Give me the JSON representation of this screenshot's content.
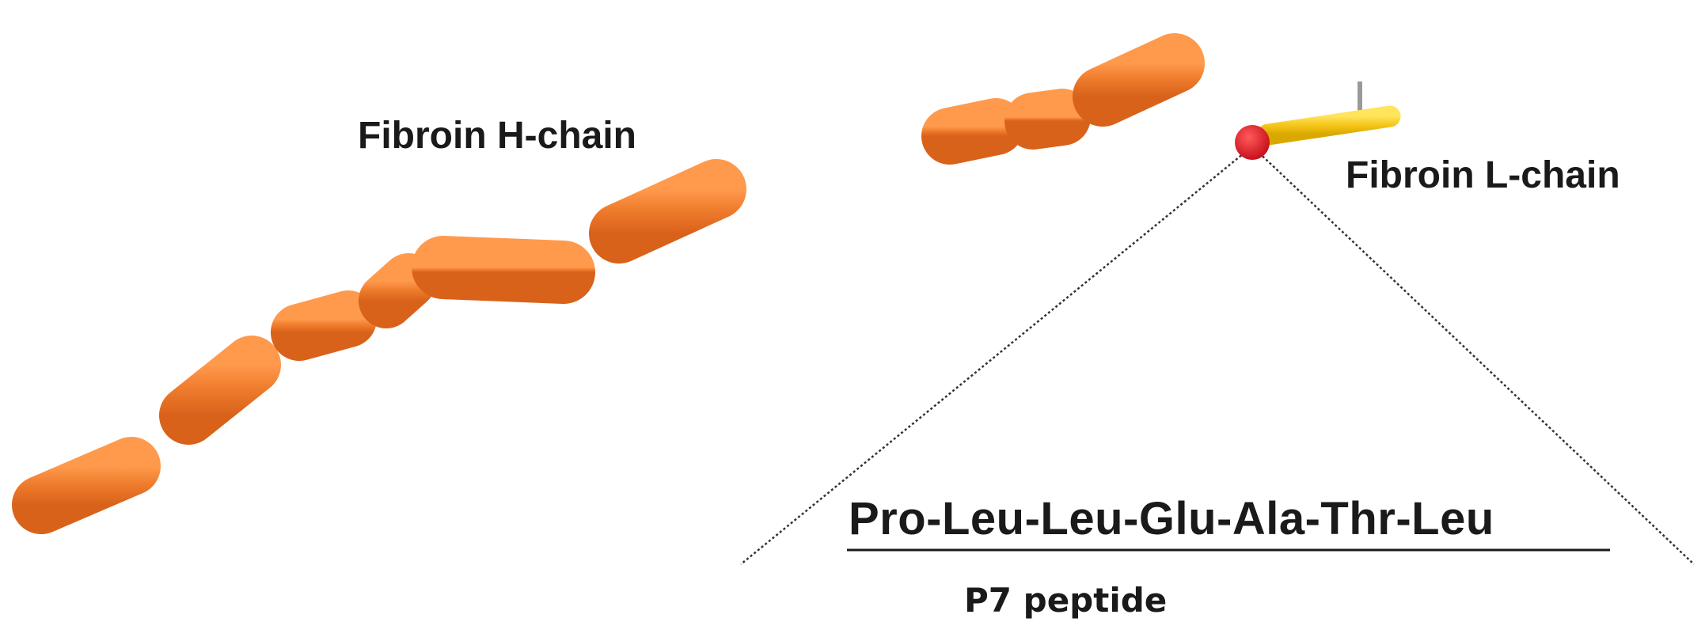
{
  "labels": {
    "h_chain": "Fibroin H-chain",
    "l_chain": "Fibroin L-chain",
    "sequence": "Pro-Leu-Leu-Glu-Ala-Thr-Leu",
    "peptide_name": "P7 peptide"
  },
  "colors": {
    "h_chain": "#f07d2e",
    "h_chain_dark": "#d9621a",
    "l_chain": "#f5c518",
    "peptide_marker": "#e0202a",
    "disulfide_link": "#9a9a9a",
    "zoom_lines": "#333333"
  }
}
